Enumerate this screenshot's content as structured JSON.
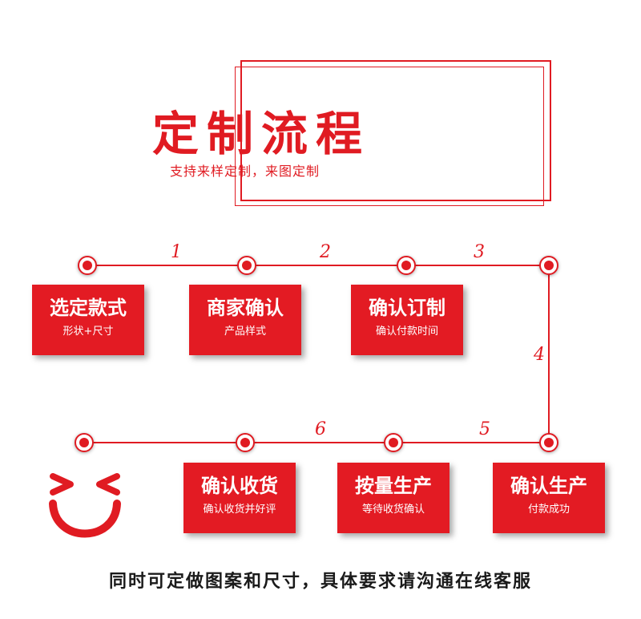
{
  "header": {
    "title": "定制流程",
    "subtitle": "支持来样定制，来图定制"
  },
  "steps": [
    {
      "title": "选定款式",
      "subtitle": "形状+尺寸"
    },
    {
      "title": "商家确认",
      "subtitle": "产品样式"
    },
    {
      "title": "确认订制",
      "subtitle": "确认付款时间"
    },
    {
      "title": "确认生产",
      "subtitle": "付款成功"
    },
    {
      "title": "按量生产",
      "subtitle": "等待收货确认"
    },
    {
      "title": "确认收货",
      "subtitle": "确认收货并好评"
    }
  ],
  "step_numbers": [
    "1",
    "2",
    "3",
    "4",
    "5",
    "6"
  ],
  "footer": "同时可定做图案和尺寸，具体要求请沟通在线客服",
  "colors": {
    "accent": "#e01b22",
    "box": "#e31b23",
    "text": "#1a1a1a"
  },
  "icons": {
    "smiley": "smiley-face-icon",
    "node": "circle-node-icon"
  }
}
